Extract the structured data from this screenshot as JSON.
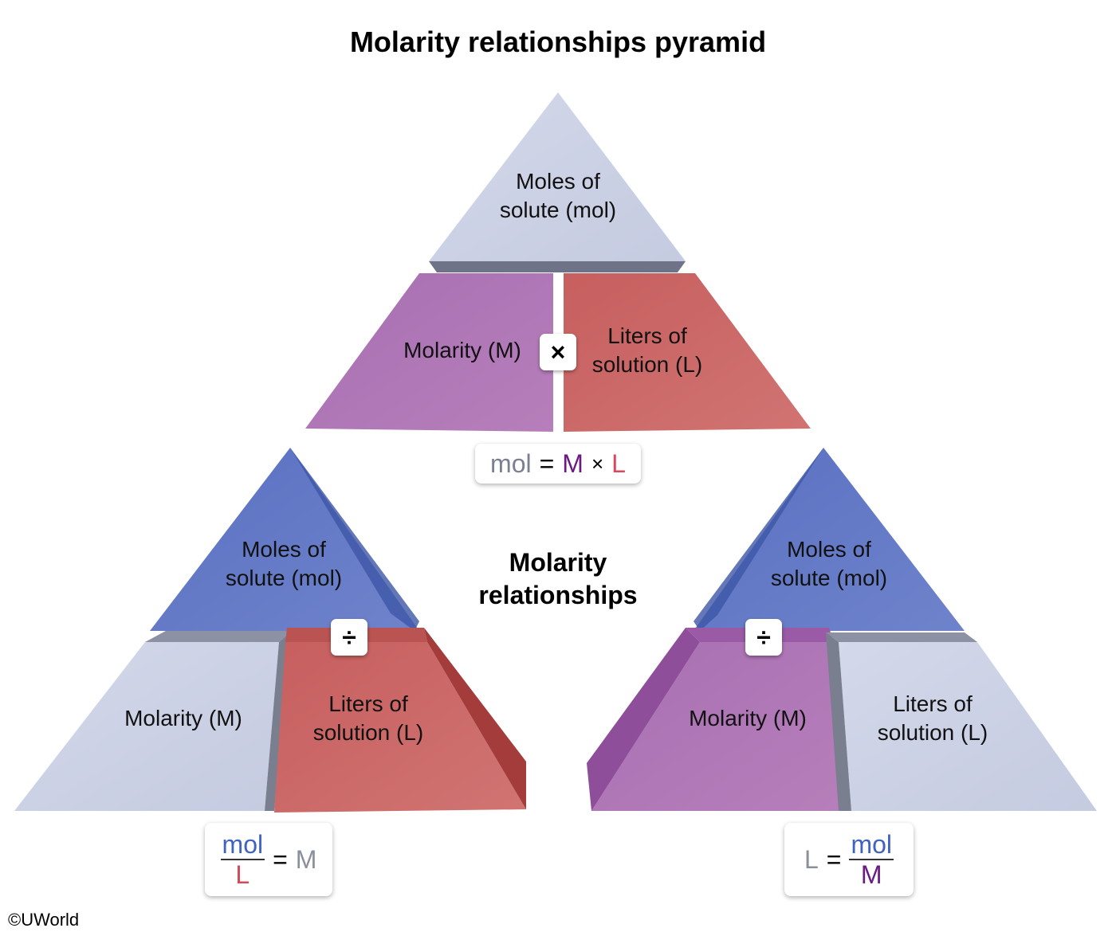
{
  "title": "Molarity relationships pyramid",
  "center_label": [
    "Molarity",
    "relationships"
  ],
  "colors": {
    "gray_block": "#cdd3e6",
    "purple_block": "#b07ab8",
    "red_block": "#cc6a68",
    "blue_block": "#6278c4",
    "mol_text_gray": "#7a8090",
    "mol_text_blue": "#3f63c0",
    "M_text": "#6a1a80",
    "L_text": "#d9475a"
  },
  "pyramids": [
    {
      "id": "top",
      "top_block": {
        "line1": "Moles of",
        "line2": "solute (mol)"
      },
      "left_block": {
        "line1": "Molarity (M)"
      },
      "right_block": {
        "line1": "Liters of",
        "line2": "solution (L)"
      },
      "operator": "×",
      "equation": {
        "lhs": "mol",
        "eq": "=",
        "a": "M",
        "op": "×",
        "b": "L"
      }
    },
    {
      "id": "bottom-left",
      "top_block": {
        "line1": "Moles of",
        "line2": "solute (mol)"
      },
      "left_block": {
        "line1": "Molarity (M)"
      },
      "right_block": {
        "line1": "Liters of",
        "line2": "solution (L)"
      },
      "operator": "÷",
      "equation": {
        "numerator": "mol",
        "denominator": "L",
        "eq": "=",
        "rhs": "M"
      }
    },
    {
      "id": "bottom-right",
      "top_block": {
        "line1": "Moles of",
        "line2": "solute (mol)"
      },
      "left_block": {
        "line1": "Molarity (M)"
      },
      "right_block": {
        "line1": "Liters of",
        "line2": "solution (L)"
      },
      "operator": "÷",
      "equation": {
        "lhs": "L",
        "eq": "=",
        "numerator": "mol",
        "denominator": "M"
      }
    }
  ],
  "copyright": "©UWorld"
}
